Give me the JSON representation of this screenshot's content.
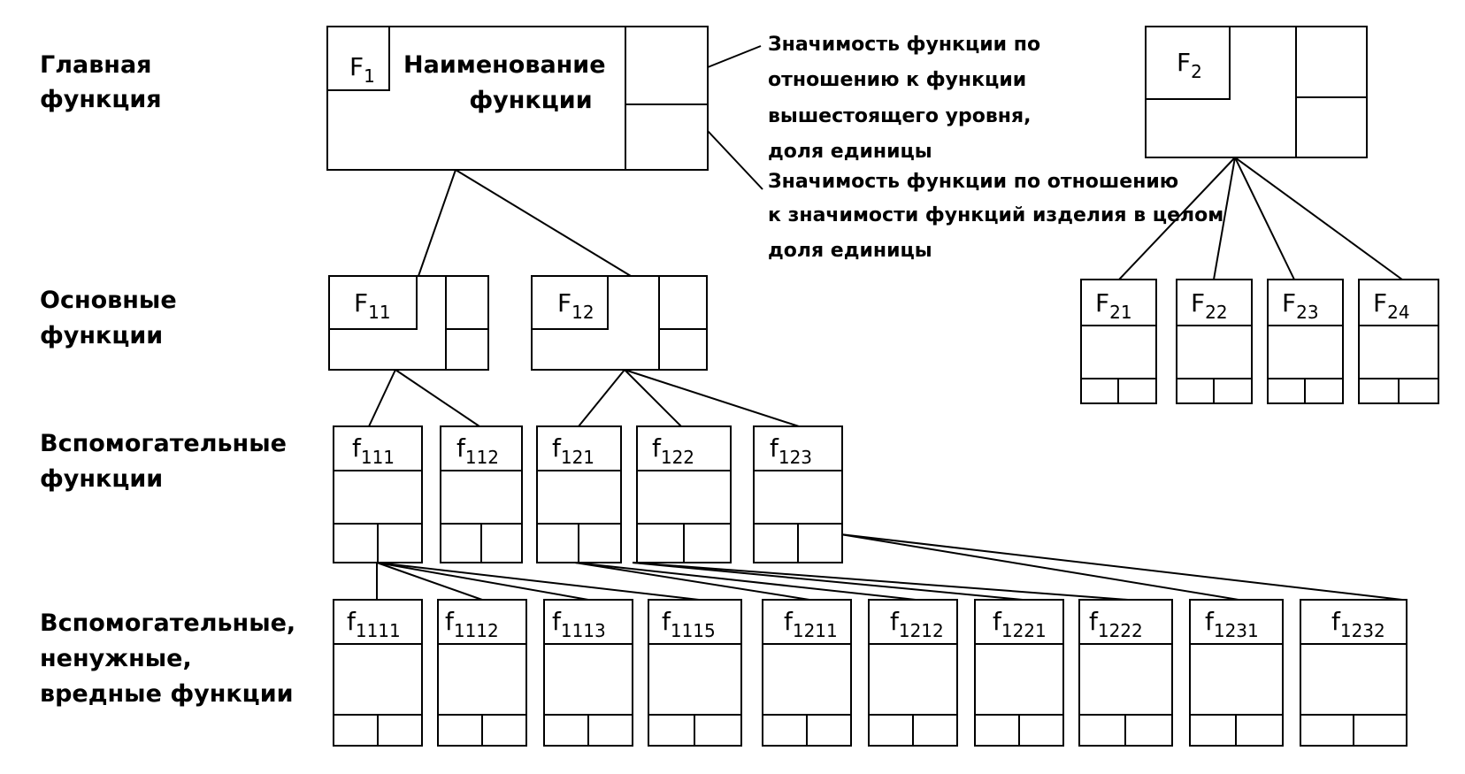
{
  "row_labels": {
    "main": [
      "Главная",
      "функция"
    ],
    "basic": [
      "Основные",
      "функции"
    ],
    "auxiliary": [
      "Вспомогательные",
      "функции"
    ],
    "other": [
      "Вспомогательные,",
      "ненужные,",
      "вредные функции"
    ]
  },
  "main_function": {
    "letter": "F",
    "index": "1",
    "name_lines": [
      "Наименование",
      "функции"
    ]
  },
  "annotations": {
    "relative": [
      "Значимость функции по",
      "отношению к функции",
      "вышестоящего уровня,",
      "доля единицы"
    ],
    "absolute": [
      "Значимость функции по отношению",
      "к значимости функций изделия в целом",
      "доля единицы"
    ]
  },
  "f2": {
    "letter": "F",
    "index": "2"
  },
  "basic_functions": [
    {
      "letter": "F",
      "index": "11"
    },
    {
      "letter": "F",
      "index": "12"
    }
  ],
  "f2_children": [
    {
      "letter": "F",
      "index": "21"
    },
    {
      "letter": "F",
      "index": "22"
    },
    {
      "letter": "F",
      "index": "23"
    },
    {
      "letter": "F",
      "index": "24"
    }
  ],
  "auxiliary_functions": [
    {
      "letter": "f",
      "index": "111"
    },
    {
      "letter": "f",
      "index": "112"
    },
    {
      "letter": "f",
      "index": "121"
    },
    {
      "letter": "f",
      "index": "122"
    },
    {
      "letter": "f",
      "index": "123"
    }
  ],
  "other_functions": [
    {
      "letter": "f",
      "index": "1111"
    },
    {
      "letter": "f",
      "index": "1112"
    },
    {
      "letter": "f",
      "index": "1113"
    },
    {
      "letter": "f",
      "index": "1115"
    },
    {
      "letter": "f",
      "index": "1211"
    },
    {
      "letter": "f",
      "index": "1212"
    },
    {
      "letter": "f",
      "index": "1221"
    },
    {
      "letter": "f",
      "index": "1222"
    },
    {
      "letter": "f",
      "index": "1231"
    },
    {
      "letter": "f",
      "index": "1232"
    }
  ]
}
